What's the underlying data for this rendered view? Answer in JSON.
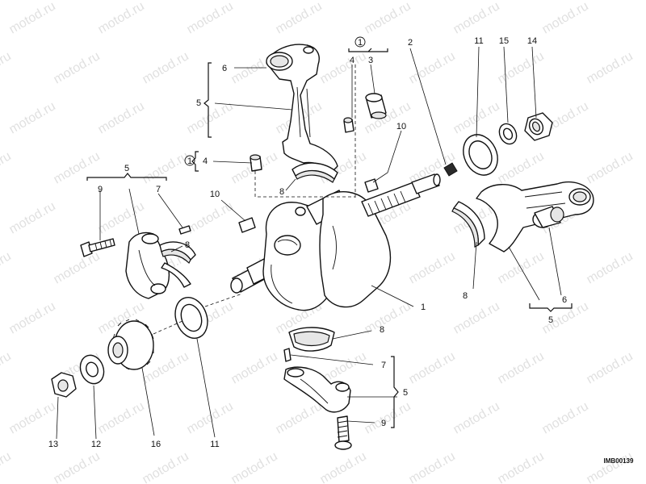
{
  "watermark": "motod.ru",
  "reference_code": "IMB00139",
  "callouts": {
    "c1": "1",
    "c2": "2",
    "c3": "3",
    "c4a": "4",
    "c4b": "4",
    "c5a": "5",
    "c5b": "5",
    "c5c": "5",
    "c5d": "5",
    "c6a": "6",
    "c6b": "6",
    "c7a": "7",
    "c7b": "7",
    "c8a": "8",
    "c8b": "8",
    "c8c": "8",
    "c8d": "8",
    "c9a": "9",
    "c9b": "9",
    "c10a": "10",
    "c10b": "10",
    "c11a": "11",
    "c11b": "11",
    "c12": "12",
    "c13": "13",
    "c14": "14",
    "c15": "15",
    "c16": "16"
  },
  "circled_marks": {
    "m1": "1",
    "m2": "1"
  }
}
